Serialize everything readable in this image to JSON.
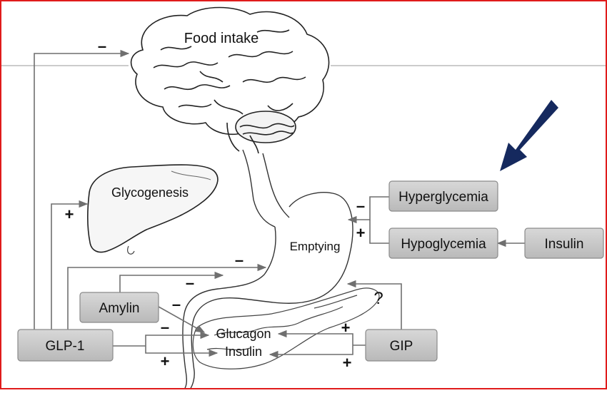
{
  "labels": {
    "food_intake": "Food intake",
    "glycogenesis": "Glycogenesis",
    "emptying": "Emptying",
    "glucagon": "Glucagon",
    "insulin_pancreas": "Insulin",
    "question": "?"
  },
  "boxes": {
    "hyperglycemia": "Hyperglycemia",
    "hypoglycemia": "Hypoglycemia",
    "insulin": "Insulin",
    "amylin": "Amylin",
    "glp1": "GLP-1",
    "gip": "GIP"
  },
  "signs": {
    "glp1_food": "–",
    "glp1_liver": "+",
    "hyper_stomach": "–",
    "hypo_stomach": "+",
    "glp1_emptying": "–",
    "amylin_emptying": "–",
    "amylin_glucagon": "–",
    "glp1_glucagon": "–",
    "glp1_insulin": "+",
    "gip_glucagon": "+",
    "gip_insulin": "+"
  },
  "colors": {
    "frame": "#e01b1b",
    "box_fill": "#c6c6c6",
    "box_stroke": "#8a8a8a",
    "arrow_line": "#6f6f6f",
    "highlight_arrow": "#15295e"
  }
}
